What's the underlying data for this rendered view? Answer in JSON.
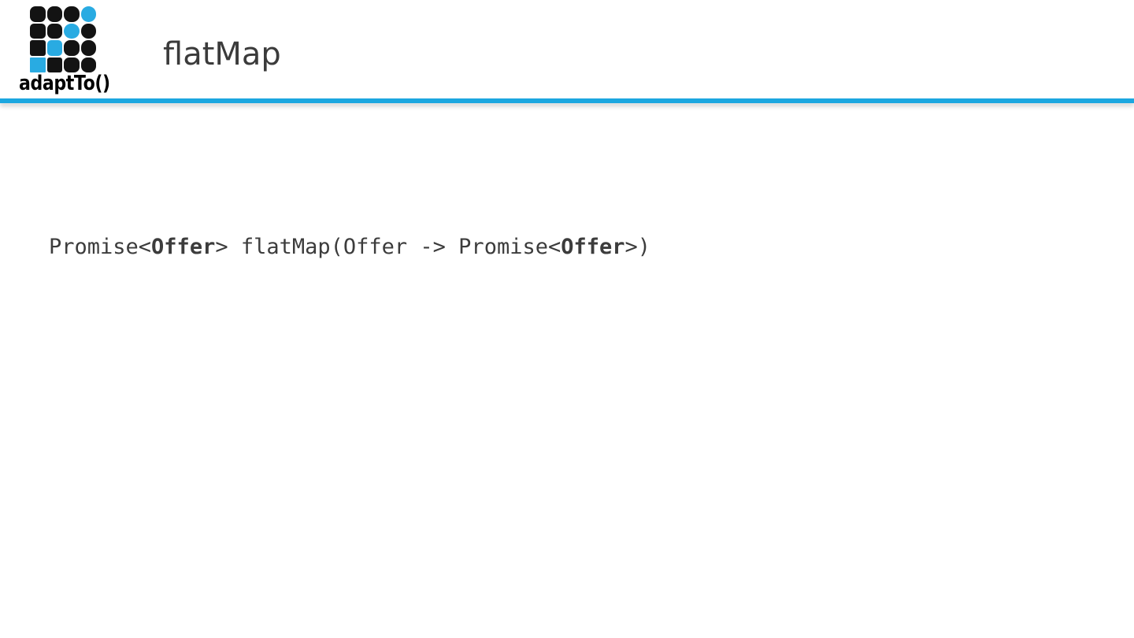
{
  "colors": {
    "accent": "#1BA7E0",
    "logo-blue": "#29ABE2",
    "logo-black": "#131313",
    "title-gray": "#3B3B3B",
    "code-gray": "#3C3C3C"
  },
  "header": {
    "title": "flatMap",
    "logo": {
      "wordmark": "adaptTo()",
      "grid": [
        {
          "color": "black",
          "radius": "7px"
        },
        {
          "color": "black",
          "radius": "8px"
        },
        {
          "color": "black",
          "radius": "9px"
        },
        {
          "color": "blue",
          "radius": "50%"
        },
        {
          "color": "black",
          "radius": "5px"
        },
        {
          "color": "black",
          "radius": "7px"
        },
        {
          "color": "blue",
          "radius": "50%"
        },
        {
          "color": "black",
          "radius": "9px"
        },
        {
          "color": "black",
          "radius": "3px"
        },
        {
          "color": "blue",
          "radius": "5px"
        },
        {
          "color": "black",
          "radius": "8px"
        },
        {
          "color": "black",
          "radius": "9px"
        },
        {
          "color": "blue",
          "radius": "1px"
        },
        {
          "color": "black",
          "radius": "3px"
        },
        {
          "color": "black",
          "radius": "7px"
        },
        {
          "color": "black",
          "radius": "8px"
        }
      ]
    }
  },
  "main": {
    "code": {
      "segments": [
        {
          "text": "Promise<",
          "bold": false
        },
        {
          "text": "Offer",
          "bold": true
        },
        {
          "text": "> flatMap(Offer -> Promise<",
          "bold": false
        },
        {
          "text": "Offer",
          "bold": true
        },
        {
          "text": ">)",
          "bold": false
        }
      ]
    }
  }
}
